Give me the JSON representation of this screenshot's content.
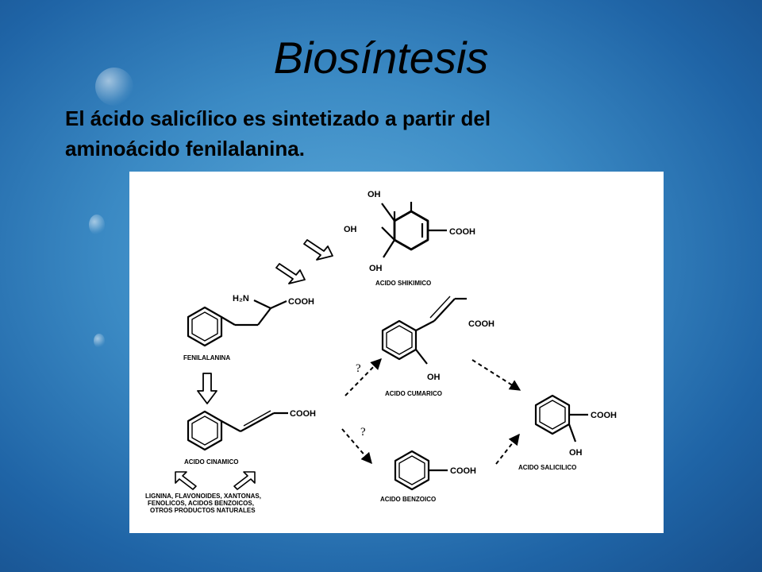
{
  "slide": {
    "title": "Biosíntesis",
    "subtitle_line1": "El ácido salicílico es sintetizado a partir del",
    "subtitle_line2": "aminoácido fenilalanina."
  },
  "diagram": {
    "shikimico": {
      "name": "ACIDO SHIKIMICO",
      "oh_top": "OH",
      "oh_left": "OH",
      "oh_bottom": "OH",
      "cooh": "COOH"
    },
    "fenilalanina": {
      "name": "FENILALANINA",
      "h2n": "H₂N",
      "cooh": "COOH"
    },
    "cinamico": {
      "name": "ACIDO CINAMICO",
      "cooh": "COOH"
    },
    "cumarico": {
      "name": "ACIDO CUMARICO",
      "cooh": "COOH",
      "oh": "OH"
    },
    "benzoico": {
      "name": "ACIDO BENZOICO",
      "cooh": "COOH"
    },
    "salicilico": {
      "name": "ACIDO SALICILICO",
      "cooh": "COOH",
      "oh": "OH"
    },
    "otros": {
      "line1": "LIGNINA, FLAVONOIDES, XANTONAS,",
      "line2": "FENOLICOS, ACIDOS BENZOICOS,",
      "line3": "OTROS PRODUCTOS NATURALES"
    },
    "unknown_mark_1": "?",
    "unknown_mark_2": "?"
  }
}
